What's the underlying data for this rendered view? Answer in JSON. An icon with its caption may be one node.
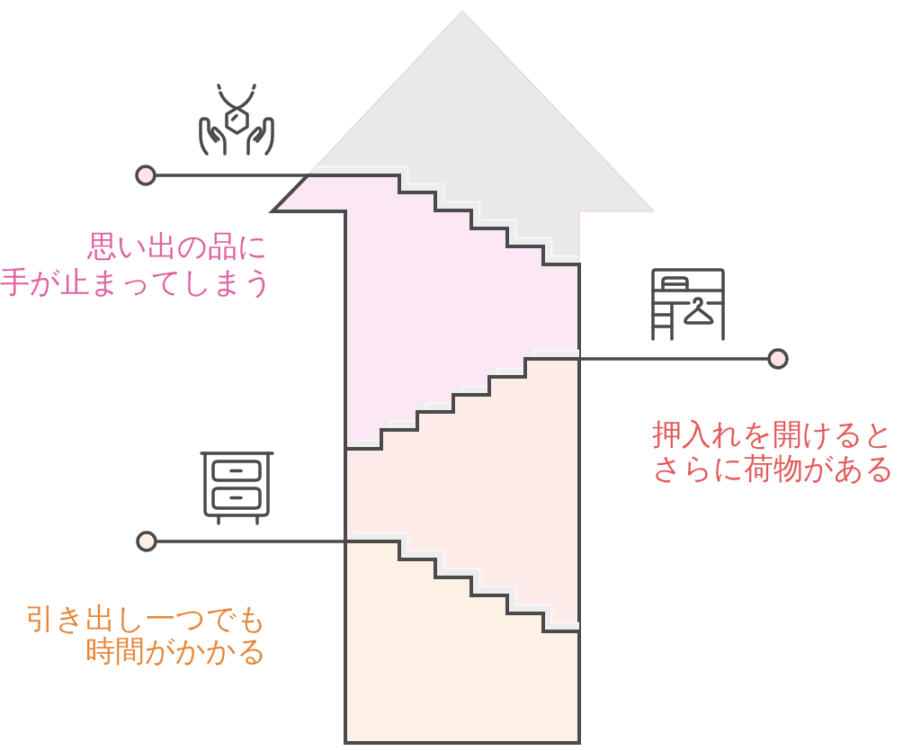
{
  "diagram": {
    "nodes": [
      {
        "text": [],
        "shape": "triangle"
      },
      {
        "text": [],
        "shape": "circle"
      },
      {
        "text": [],
        "shape": "band"
      },
      {
        "text": [],
        "shape": "circle"
      },
      {
        "text": [],
        "shape": "band"
      },
      {
        "text": [],
        "shape": "circle"
      },
      {
        "text": [],
        "shape": "band"
      }
    ],
    "edges": [
      {
        "from": 1,
        "to": 2,
        "arrow": "none"
      },
      {
        "from": 3,
        "to": 4,
        "arrow": "none"
      },
      {
        "from": 5,
        "to": 6,
        "arrow": "none"
      }
    ],
    "labels": [
      "思い出の品に手が止まってしまう",
      "押入れを開けるとさらに荷物がある",
      "引き出し一つでも時間がかかる"
    ]
  }
}
